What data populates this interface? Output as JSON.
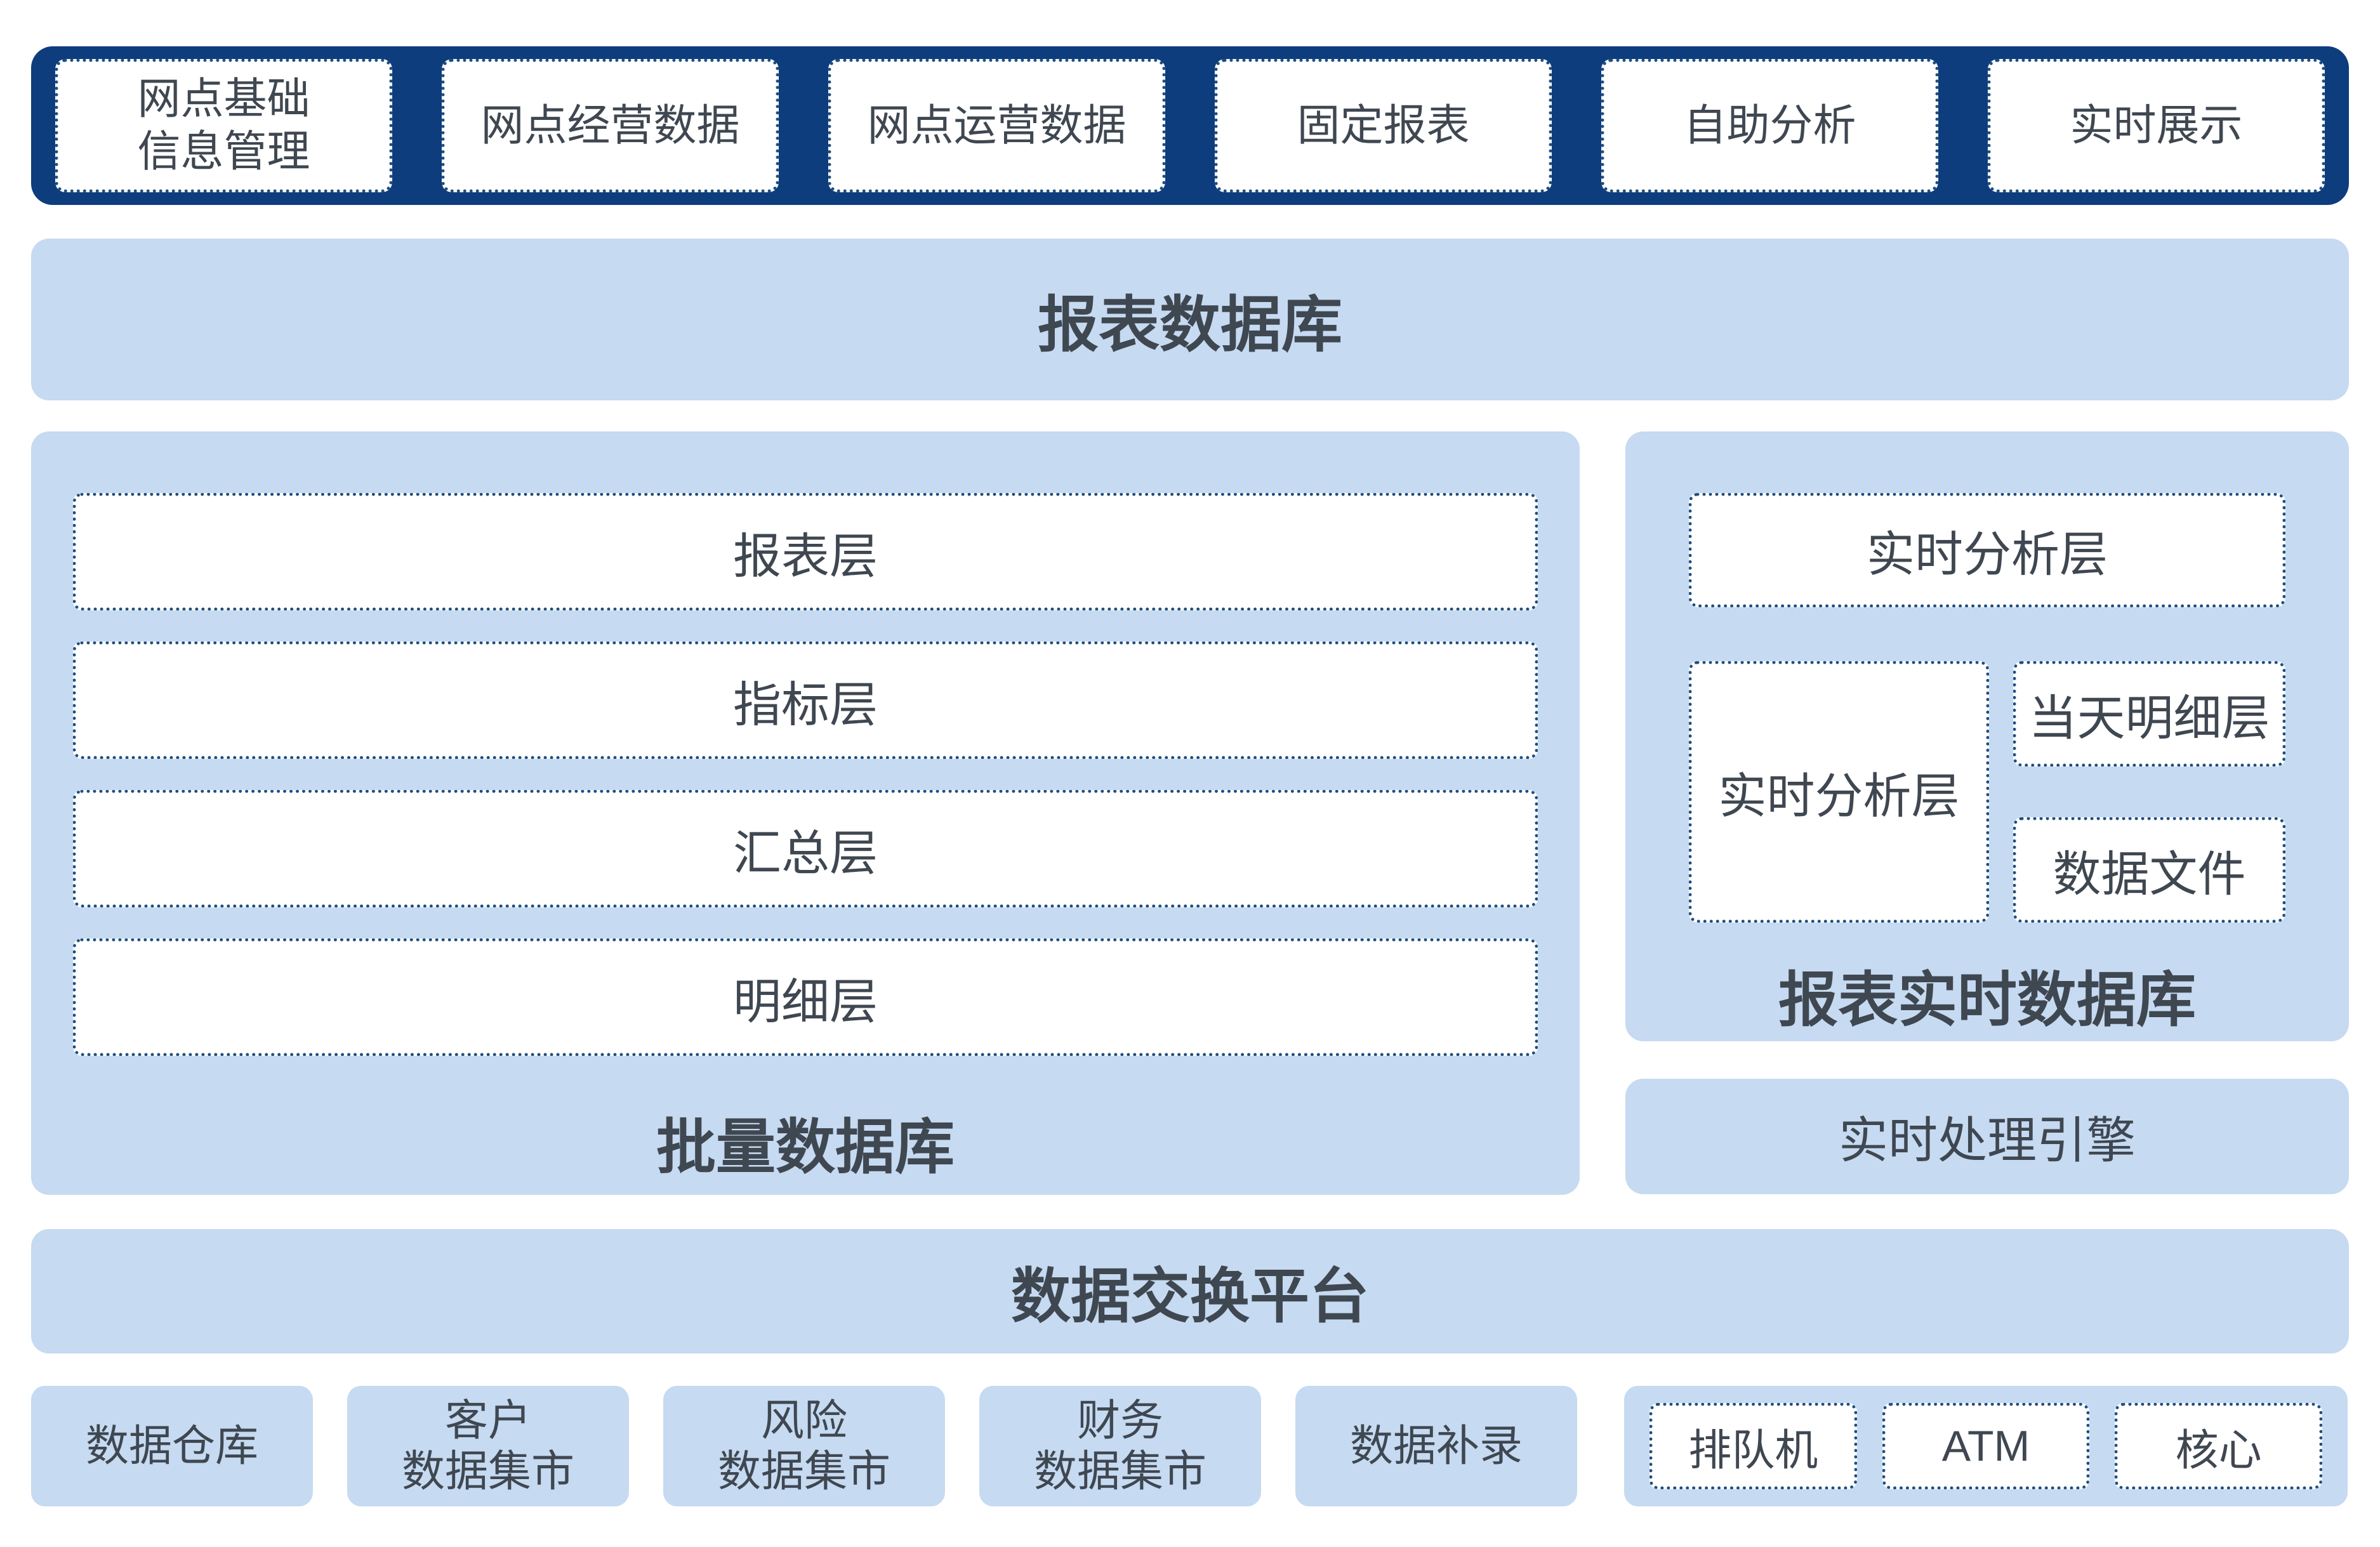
{
  "colors": {
    "navy_bar": "#0e3d7d",
    "panel_blue": "#c6daf1",
    "dotted_border": "#1d4e7e",
    "text": "#3f4751"
  },
  "top_bar": {
    "items": [
      "网点基础\n信息管理",
      "网点经营数据",
      "网点运营数据",
      "固定报表",
      "自助分析",
      "实时展示"
    ]
  },
  "report_db": {
    "label": "报表数据库"
  },
  "batch_db": {
    "layers": [
      "报表层",
      "指标层",
      "汇总层",
      "明细层"
    ],
    "label": "批量数据库"
  },
  "realtime_db": {
    "top_layer": "实时分析层",
    "left_layer": "实时分析层",
    "right_layers": [
      "当天明细层",
      "数据文件"
    ],
    "label": "报表实时数据库"
  },
  "realtime_engine": {
    "label": "实时处理引擎"
  },
  "exchange": {
    "label": "数据交换平台"
  },
  "sources": {
    "items": [
      "数据仓库",
      "客户\n数据集市",
      "风险\n数据集市",
      "财务\n数据集市",
      "数据补录"
    ]
  },
  "channels": {
    "items": [
      "排队机",
      "ATM",
      "核心"
    ]
  }
}
